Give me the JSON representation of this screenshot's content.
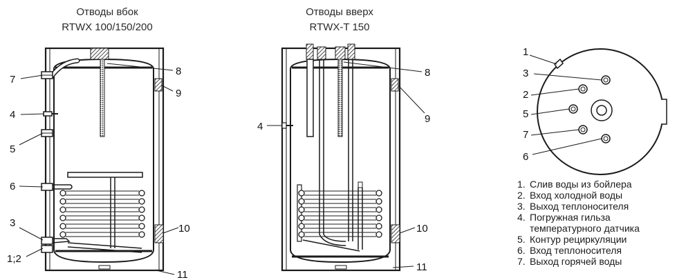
{
  "left": {
    "title_line1": "Отводы вбок",
    "title_line2": "RTWX 100/150/200",
    "labels": [
      "7",
      "4",
      "5",
      "6",
      "3",
      "1;2",
      "8",
      "9",
      "10",
      "11"
    ]
  },
  "middle": {
    "title_line1": "Отводы вверх",
    "title_line2": "RTWX-T 150",
    "labels": [
      "4",
      "8",
      "9",
      "10",
      "11"
    ]
  },
  "top_view": {
    "labels": [
      "1",
      "3",
      "2",
      "5",
      "7",
      "6"
    ]
  },
  "legend": [
    {
      "num": "1.",
      "text": "Слив воды из бойлера"
    },
    {
      "num": "2.",
      "text": "Вход холодной воды"
    },
    {
      "num": "3.",
      "text": "Выход теплоносителя"
    },
    {
      "num": "4.",
      "text": "Погружная гильза",
      "text2": "температурного датчика"
    },
    {
      "num": "5.",
      "text": "Контур рециркуляции"
    },
    {
      "num": "6.",
      "text": "Вход теплоносителя"
    },
    {
      "num": "7.",
      "text": "Выход горячей воды"
    }
  ]
}
